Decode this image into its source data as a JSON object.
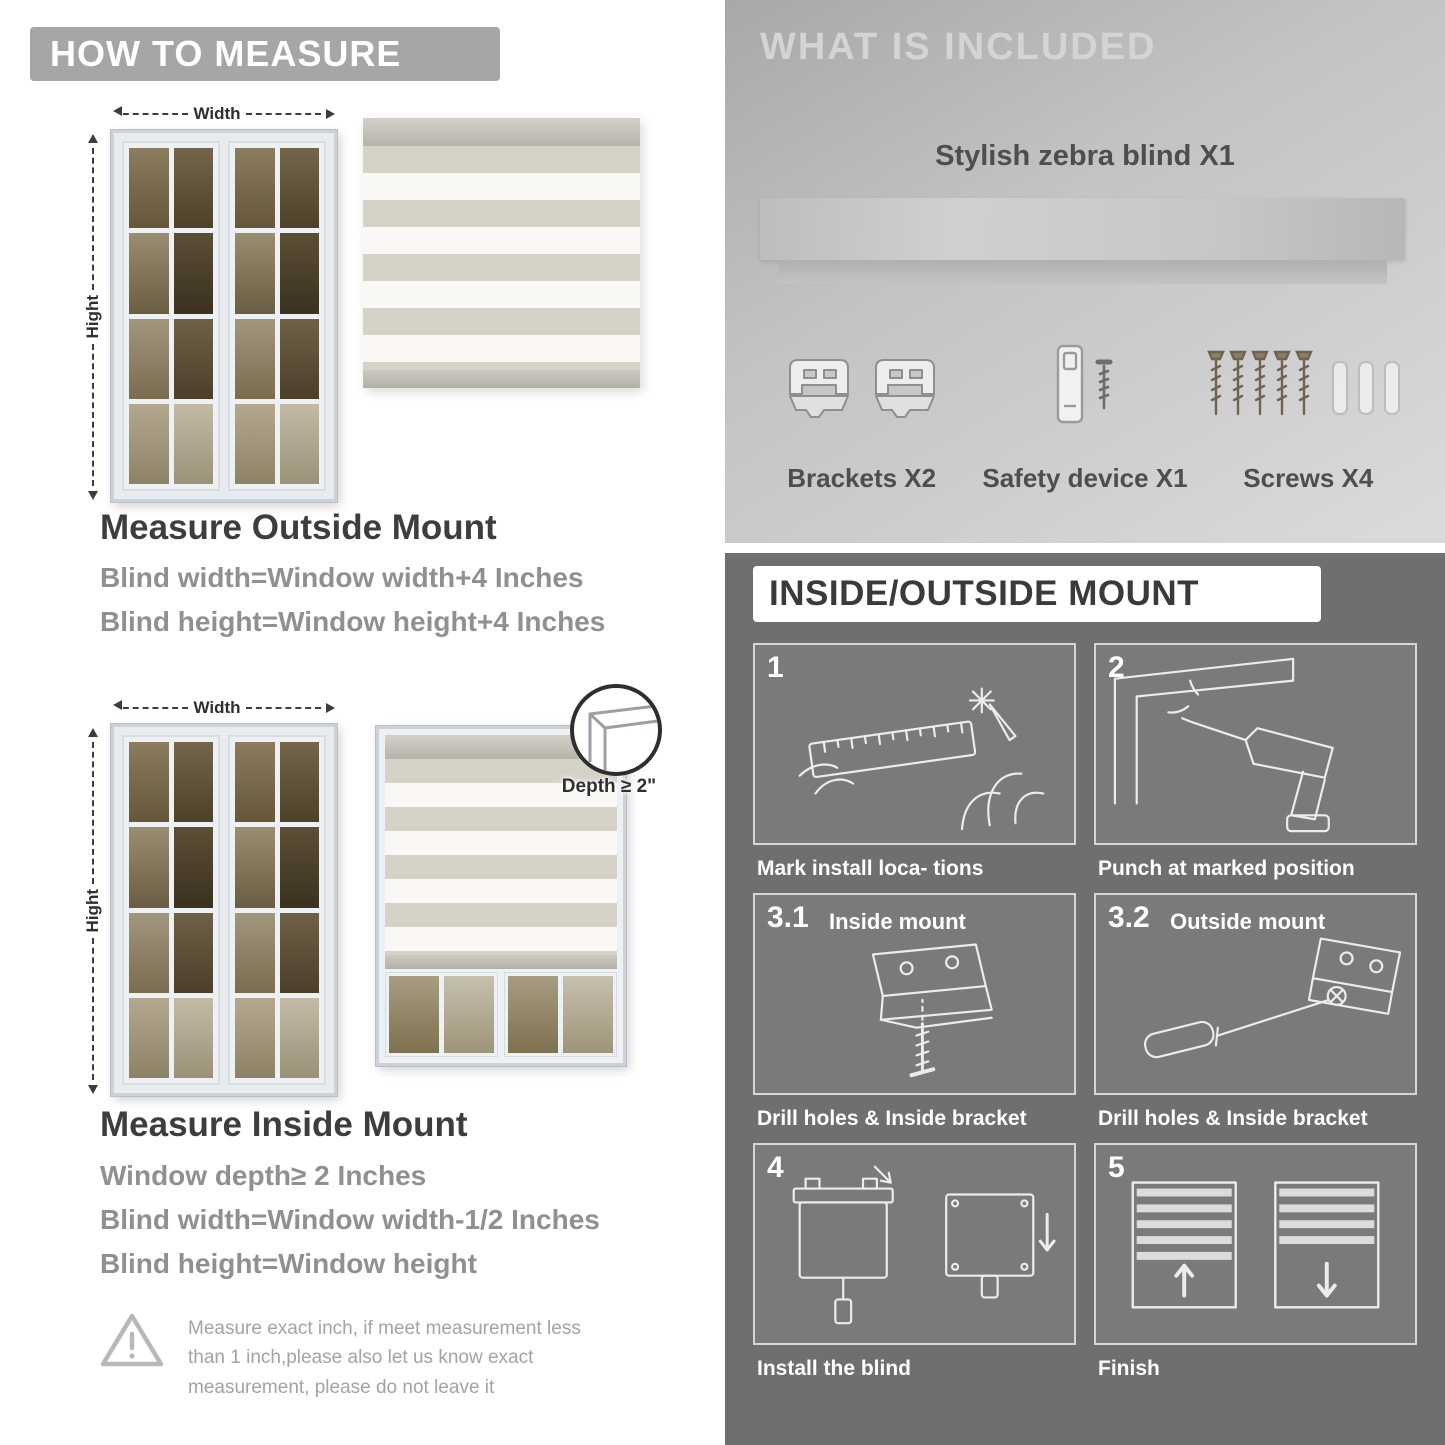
{
  "colors": {
    "header_bg": "#a6a6a6",
    "included_bg": "#c3c3c3",
    "mount_bg": "#6f6f6f",
    "panel_bg": "#7a7a7a",
    "title_text": "#3d3d3d",
    "muted_text": "#909090",
    "caption_text": "#ffffff"
  },
  "left": {
    "header": "HOW TO MEASURE",
    "outside": {
      "width_label": "Width",
      "height_label": "Hight",
      "title": "Measure Outside Mount",
      "line1": "Blind width=Window width+4 Inches",
      "line2": "Blind height=Window height+4 Inches"
    },
    "inside": {
      "width_label": "Width",
      "height_label": "Hight",
      "depth_label": "Depth ≥ 2\"",
      "title": "Measure Inside Mount",
      "line1": "Window depth≥ 2 Inches",
      "line2": "Blind width=Window width-1/2 Inches",
      "line3": "Blind height=Window height"
    },
    "warning": {
      "icon": "warning-triangle-icon",
      "text": "Measure exact inch, if meet measurement less than 1 inch,please also let us know exact measurement, please do not leave it"
    }
  },
  "right": {
    "included": {
      "header": "WHAT IS INCLUDED",
      "blind_label": "Stylish zebra blind X1",
      "items": [
        {
          "icon": "brackets-icon",
          "label": "Brackets X2"
        },
        {
          "icon": "safety-device-icon",
          "label": "Safety device X1"
        },
        {
          "icon": "screws-icon",
          "label": "Screws X4"
        }
      ]
    },
    "mount": {
      "header": "INSIDE/OUTSIDE MOUNT",
      "steps": [
        {
          "num": "1",
          "caption": "Mark install loca- tions"
        },
        {
          "num": "2",
          "caption": "Punch at marked position"
        },
        {
          "num": "3.1",
          "inner_label": "Inside mount",
          "caption": "Drill holes & Inside bracket"
        },
        {
          "num": "3.2",
          "inner_label": "Outside mount",
          "caption": "Drill holes & Inside bracket"
        },
        {
          "num": "4",
          "caption": "Install the blind"
        },
        {
          "num": "5",
          "caption": "Finish"
        }
      ]
    }
  }
}
